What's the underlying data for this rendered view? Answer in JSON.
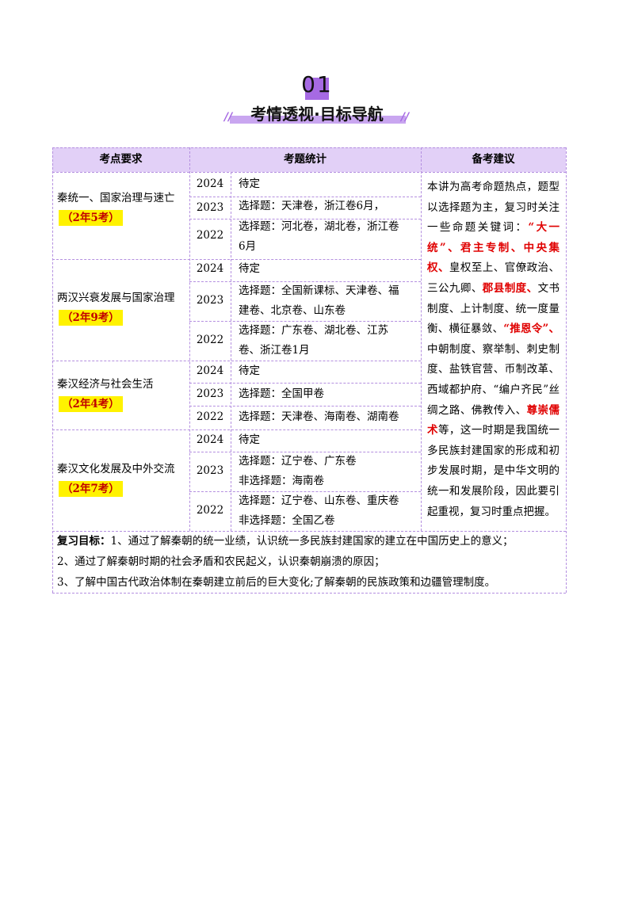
{
  "header": {
    "number": "01",
    "title": "考情透视·目标导航",
    "slash_left": "//",
    "slash_right": "//"
  },
  "table": {
    "headers": [
      "考点要求",
      "考题统计",
      "备考建议"
    ],
    "topics": [
      {
        "name": "秦统一、国家治理与速亡",
        "tag": "（2年5考）",
        "rows": [
          {
            "year": "2024",
            "items": [
              "待定"
            ]
          },
          {
            "year": "2023",
            "items": [
              "选择题：天津卷，浙江卷6月，"
            ]
          },
          {
            "year": "2022",
            "items": [
              "选择题：河北卷，湖北卷，浙江卷",
              "6月"
            ]
          }
        ]
      },
      {
        "name": "两汉兴衰发展与国家治理",
        "tag": "（2年9考）",
        "rows": [
          {
            "year": "2024",
            "items": [
              "待定"
            ]
          },
          {
            "year": "2023",
            "items": [
              "选择题：全国新课标、天津卷、福",
              "建卷、北京卷、山东卷"
            ]
          },
          {
            "year": "2022",
            "items": [
              "选择题：广东卷、湖北卷、江苏",
              "卷、浙江卷1月"
            ]
          }
        ]
      },
      {
        "name": "秦汉经济与社会生活",
        "tag": "（2年4考）",
        "rows": [
          {
            "year": "2024",
            "items": [
              "待定"
            ]
          },
          {
            "year": "2023",
            "items": [
              "选择题：全国甲卷"
            ]
          },
          {
            "year": "2022",
            "items": [
              "选择题：天津卷、海南卷、湖南卷"
            ]
          }
        ]
      },
      {
        "name": "秦汉文化发展及中外交流",
        "tag": "（2年7考）",
        "rows": [
          {
            "year": "2024",
            "items": [
              "待定"
            ]
          },
          {
            "year": "2023",
            "items": [
              "选择题：辽宁卷、广东卷",
              "非选择题：海南卷"
            ]
          },
          {
            "year": "2022",
            "items": [
              "选择题：辽宁卷、山东卷、重庆卷",
              "非选择题：全国乙卷"
            ]
          }
        ]
      }
    ],
    "advice": {
      "p1": "本讲为高考命题热点，题型以选择题为主，复习时关注一些命题关键词：",
      "k1": "“大一统”、君主专制、中央集权、",
      "p2": "皇权至上、官僚政治、三公九卿、",
      "k2": "郡县制度、",
      "p3": "文书制度、上计制度、统一度量衡、横征暴敛、",
      "k3": "“推恩令”、",
      "p4": "中朝制度、察举制、刺史制度、盐铁官营、币制改革、西域都护府、“编户齐民”丝绸之路、佛教传入、",
      "k4": "尊崇儒术",
      "p5": "等，这一时期是我国统一多民族封建国家的形成和初步发展时期，是中华文明的统一和发展阶段，因此要引起重视，复习时重点把握。"
    },
    "goals": {
      "label": "复习目标：",
      "g1": "1、通过了解秦朝的统一业绩，认识统一多民族封建国家的建立在中国历史上的意义；",
      "g2": "2、通过了解秦朝时期的社会矛盾和农民起义，认识秦朝崩溃的原因；",
      "g3": "3、了解中国古代政治体制在秦朝建立前后的巨大变化;了解秦朝的民族政策和边疆管理制度。"
    }
  }
}
